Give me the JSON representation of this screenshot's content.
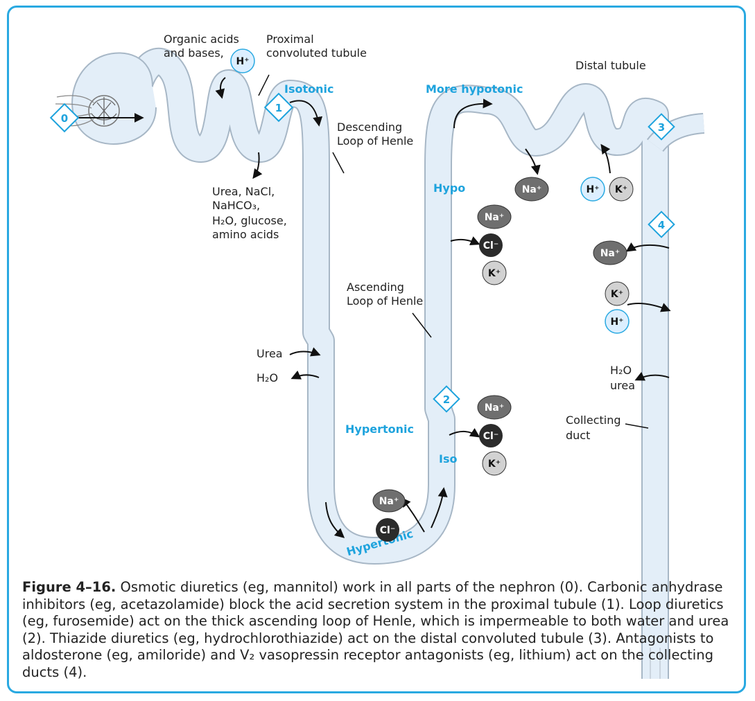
{
  "labels": {
    "organic_acids": [
      "Organic acids",
      "and bases,"
    ],
    "proximal": [
      "Proximal",
      "convoluted tubule"
    ],
    "distal": "Distal tubule",
    "descending": [
      "Descending",
      "Loop of Henle"
    ],
    "ascending": [
      "Ascending",
      "Loop of Henle"
    ],
    "reabsorbed": [
      "Urea, NaCl,",
      "NaHCO₃,",
      "H₂O, glucose,",
      "amino acids"
    ],
    "urea": "Urea",
    "h2o": "H₂O",
    "h2o_urea": [
      "H₂O",
      "urea"
    ],
    "collecting": [
      "Collecting",
      "duct"
    ]
  },
  "tonicity": {
    "isotonic": "Isotonic",
    "more_hypotonic": "More hypotonic",
    "hypo": "Hypo",
    "hypertonic": "Hypertonic",
    "iso": "Iso",
    "hypertonic_bottom": "Hypertonic"
  },
  "sites": [
    "0",
    "1",
    "2",
    "3",
    "4"
  ],
  "ions": {
    "h_plus": "H⁺",
    "na_plus": "Na⁺",
    "cl_minus": "Cl⁻",
    "k_plus": "K⁺"
  },
  "colors": {
    "accent": "#1ea3dd",
    "tubule_fill": "#e3eef8",
    "tubule_stroke": "#a7b7c6",
    "na_ion": "#6f6f6f",
    "cl_ion": "#2b2b2b",
    "k_ion": "#d2d2d2",
    "h_ion": "#dcefff"
  },
  "caption": {
    "label": "Figure 4–16.",
    "text": "Osmotic diuretics (eg, mannitol) work in all parts of the nephron (0). Carbonic anhydrase inhibitors (eg, acetazolamide) block the acid secretion system in the proximal tubule (1). Loop diuretics (eg, furosemide) act on the thick ascending loop of Henle, which is impermeable to both water and urea (2). Thiazide diuretics (eg, hydrochlorothiazide) act on the distal convoluted tubule (3). Antagonists to aldosterone (eg, amiloride) and V₂ vasopressin receptor antagonists (eg, lithium) act on the collecting ducts (4)."
  }
}
